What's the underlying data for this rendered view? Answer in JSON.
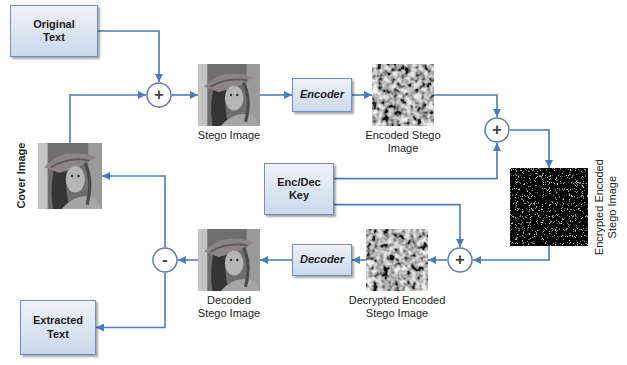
{
  "diagram": {
    "nodes": [
      {
        "text": [
          "Original Text"
        ]
      },
      {
        "text": [
          "+"
        ]
      },
      {
        "text": [
          "Stego Image"
        ]
      },
      {
        "text": [
          "Encoder"
        ]
      },
      {
        "text": [
          "Encoded Stego Image"
        ]
      },
      {
        "text": [
          "+"
        ]
      },
      {
        "text": [
          "Cover Image"
        ]
      },
      {
        "text": [
          "Enc/Dec Key"
        ]
      },
      {
        "text": [
          "Encrypted Encoded Stego Image"
        ]
      },
      {
        "text": [
          "-"
        ]
      },
      {
        "text": [
          "Decoded Stego Image"
        ]
      },
      {
        "text": [
          "Decoder"
        ]
      },
      {
        "text": [
          "Decrypted Encoded Stego Image"
        ]
      },
      {
        "text": [
          "+"
        ]
      },
      {
        "text": [
          "Extracted Text"
        ]
      }
    ],
    "edges": [
      {
        "from": 0,
        "to": 1,
        "arrow": "to"
      },
      {
        "from": 6,
        "to": 1,
        "arrow": "to"
      },
      {
        "from": 1,
        "to": 2,
        "arrow": "to"
      },
      {
        "from": 2,
        "to": 3,
        "arrow": "to"
      },
      {
        "from": 3,
        "to": 4,
        "arrow": "to"
      },
      {
        "from": 4,
        "to": 5,
        "arrow": "to"
      },
      {
        "from": 7,
        "to": 5,
        "arrow": "to"
      },
      {
        "from": 5,
        "to": 8,
        "arrow": "to"
      },
      {
        "from": 8,
        "to": 13,
        "arrow": "to"
      },
      {
        "from": 7,
        "to": 13,
        "arrow": "to"
      },
      {
        "from": 13,
        "to": 12,
        "arrow": "to"
      },
      {
        "from": 12,
        "to": 11,
        "arrow": "to"
      },
      {
        "from": 11,
        "to": 10,
        "arrow": "to"
      },
      {
        "from": 10,
        "to": 9,
        "arrow": "to"
      },
      {
        "from": 9,
        "to": 6,
        "arrow": "to"
      },
      {
        "from": 9,
        "to": 14,
        "arrow": "to"
      }
    ]
  }
}
